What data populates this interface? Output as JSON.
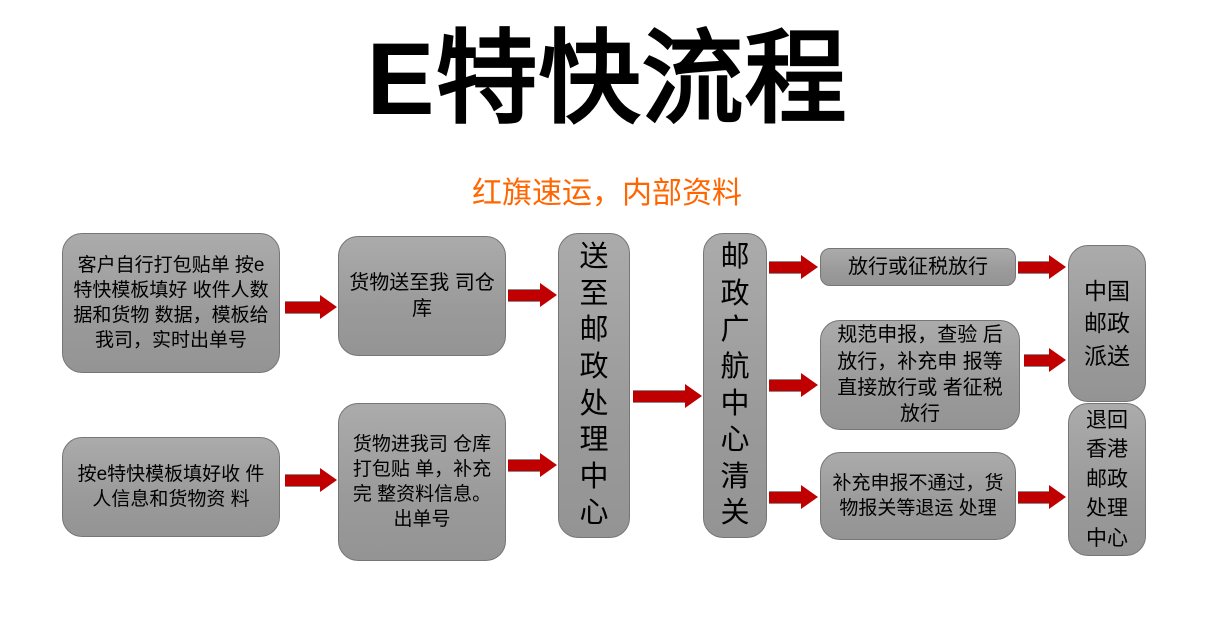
{
  "title": "E特快流程",
  "subtitle": "红旗速运，内部资料",
  "boxes": {
    "customer_self_pack": "客户自行打包贴单 按e特快模板填好 收件人数据和货物 数据，模板给我司，实时出单号",
    "template_fill": "按e特快模板填好收 件人信息和货物资 料",
    "goods_to_warehouse": "货物送至我 司仓库",
    "goods_into_warehouse": "货物进我司 仓库打包贴 单，补充完 整资料信息。出单号",
    "send_postal_center": "送至邮政处理中心",
    "guanghang_clearance": "邮政广航中心清关",
    "release": "放行或征税放行",
    "standard_declare": "规范申报，查验 后放行，补充申 报等直接放行或 者征税放行",
    "declare_fail": "补充申报不通过，货物报关等退运 处理",
    "china_post_delivery": "中国邮政派送",
    "return_hk": "退回香港邮政处理中心"
  },
  "colors": {
    "box_fill": "#9b9b9b",
    "box_border": "#767676",
    "arrow": "#c00000",
    "subtitle_text": "#ff6600",
    "title_text": "#000000"
  }
}
